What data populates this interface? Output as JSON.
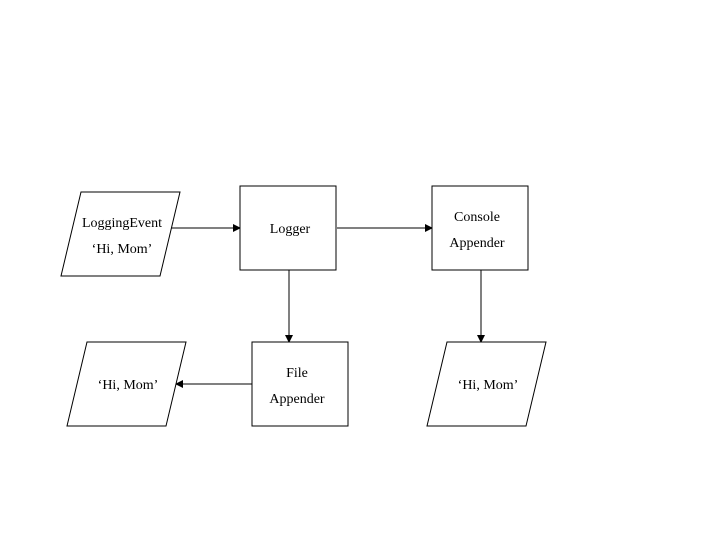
{
  "diagram": {
    "nodes": {
      "logging_event": {
        "shape": "parallelogram",
        "line1": "LoggingEvent",
        "line2": "‘Hi, Mom’"
      },
      "logger": {
        "shape": "rectangle",
        "label": "Logger"
      },
      "console_appender": {
        "shape": "rectangle",
        "line1": "Console",
        "line2": "Appender"
      },
      "file_appender": {
        "shape": "rectangle",
        "line1": "File",
        "line2": "Appender"
      },
      "file_output": {
        "shape": "parallelogram",
        "label": "‘Hi, Mom’"
      },
      "console_output": {
        "shape": "parallelogram",
        "label": "‘Hi, Mom’"
      }
    },
    "edges": [
      {
        "from": "logging_event",
        "to": "logger"
      },
      {
        "from": "logger",
        "to": "console_appender"
      },
      {
        "from": "logger",
        "to": "file_appender"
      },
      {
        "from": "file_appender",
        "to": "file_output"
      },
      {
        "from": "console_appender",
        "to": "console_output"
      }
    ],
    "colors": {
      "stroke": "#000000",
      "fill": "#ffffff",
      "text": "#000000"
    }
  }
}
